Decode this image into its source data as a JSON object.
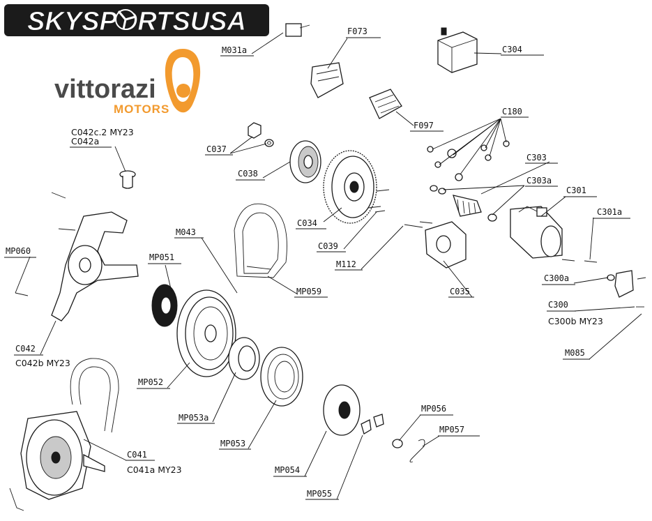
{
  "brand": {
    "sky_logo_text": "SKYSPORTSUSA",
    "vittorazi_name": "vittorazi",
    "vittorazi_sub": "MOTORS"
  },
  "labels": {
    "M031a": "M031a",
    "F073": "F073",
    "C304": "C304",
    "F097": "F097",
    "C180": "C180",
    "C042c2": "C042c.2 MY23",
    "C042a": "C042a",
    "C037": "C037",
    "C038": "C038",
    "C034": "C034",
    "C039": "C039",
    "C303": "C303",
    "C303a": "C303a",
    "C301": "C301",
    "C301a": "C301a",
    "M043": "M043",
    "MP060": "MP060",
    "MP051": "MP051",
    "MP059": "MP059",
    "M112": "M112",
    "C035": "C035",
    "C300a": "C300a",
    "C300": "C300",
    "C300b": "C300b MY23",
    "M085": "M085",
    "C042": "C042",
    "C042b": "C042b MY23",
    "MP052": "MP052",
    "MP053a": "MP053a",
    "MP053": "MP053",
    "MP056": "MP056",
    "MP057": "MP057",
    "C041": "C041",
    "C041a": "C041a MY23",
    "MP054": "MP054",
    "MP055": "MP055"
  }
}
